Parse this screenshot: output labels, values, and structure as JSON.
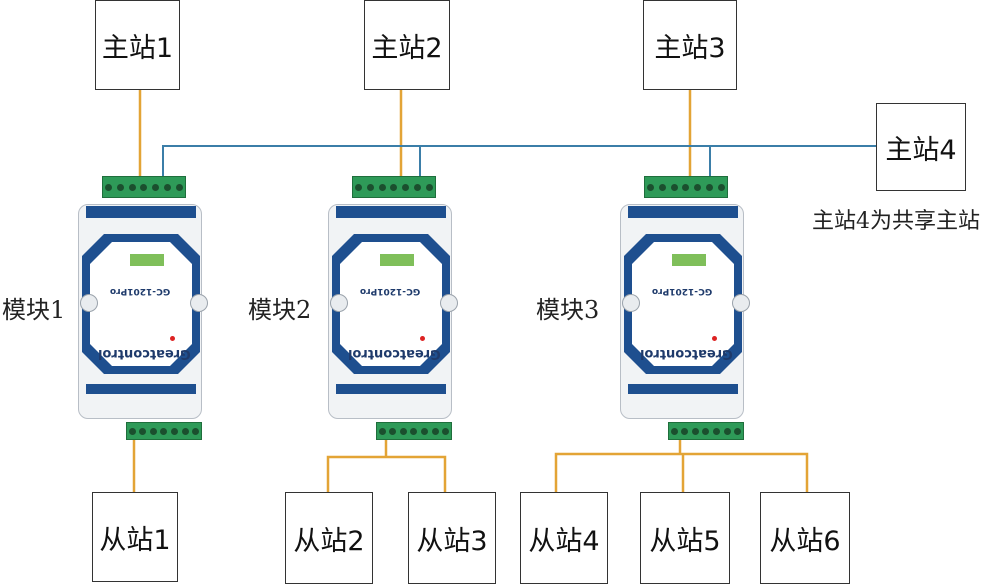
{
  "masters": [
    {
      "label": "主站1"
    },
    {
      "label": "主站2"
    },
    {
      "label": "主站3"
    },
    {
      "label": "主站4"
    }
  ],
  "shared_note": "主站4为共享主站",
  "modules": [
    {
      "label": "模块1",
      "brand": "Greatcontrol",
      "model": "GC-1201Pro"
    },
    {
      "label": "模块2",
      "brand": "Greatcontrol",
      "model": "GC-1201Pro"
    },
    {
      "label": "模块3",
      "brand": "Greatcontrol",
      "model": "GC-1201Pro"
    }
  ],
  "slaves": [
    {
      "label": "从站1"
    },
    {
      "label": "从站2"
    },
    {
      "label": "从站3"
    },
    {
      "label": "从站4"
    },
    {
      "label": "从站5"
    },
    {
      "label": "从站6"
    }
  ],
  "colors": {
    "primary_wire": "#e3a436",
    "shared_wire": "#3b7ea8",
    "module_accent": "#1e4f8f",
    "terminal": "#2e9a58"
  }
}
